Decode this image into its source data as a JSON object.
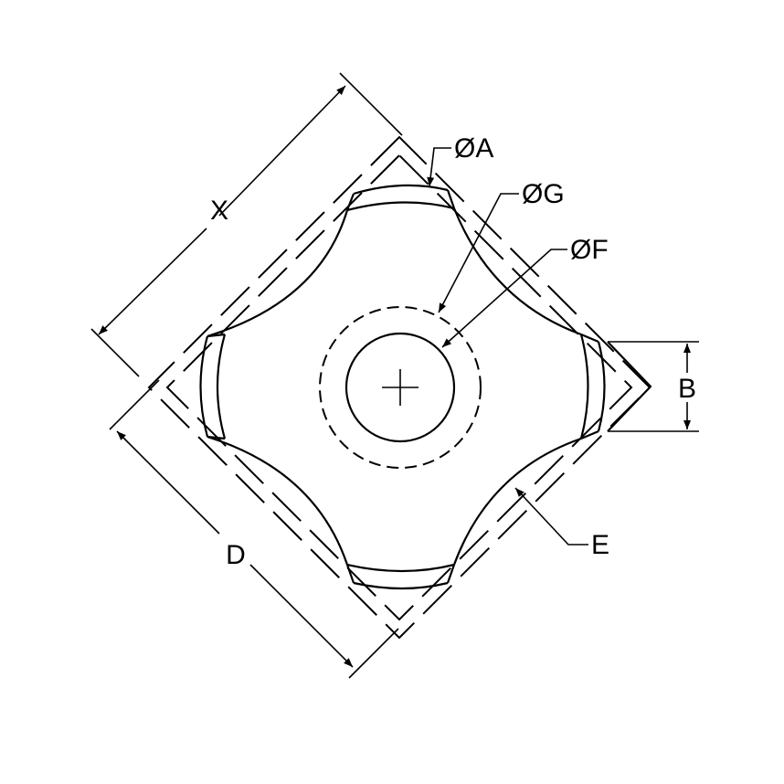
{
  "labels": {
    "dim_x": "X",
    "dim_d": "D",
    "dim_b": "B",
    "callout_a": "ØA",
    "callout_g": "ØG",
    "callout_f": "ØF",
    "callout_e": "E"
  },
  "colors": {
    "line": "#000000",
    "background": "#ffffff"
  }
}
